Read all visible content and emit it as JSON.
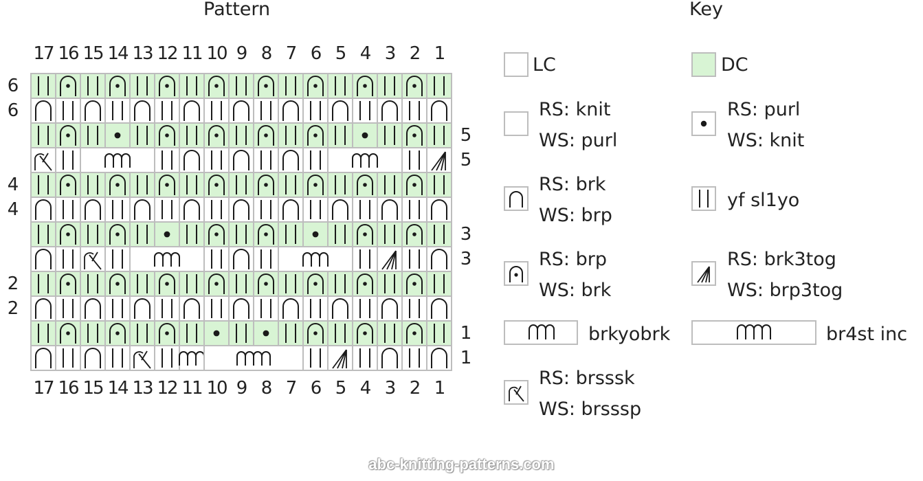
{
  "headings": {
    "pattern": "Pattern",
    "key": "Key"
  },
  "columns": [
    "17",
    "16",
    "15",
    "14",
    "13",
    "12",
    "11",
    "10",
    "9",
    "8",
    "7",
    "6",
    "5",
    "4",
    "3",
    "2",
    "1"
  ],
  "rows": [
    {
      "label": "6",
      "side": "left",
      "dc": true,
      "cells": "s,b,s,b,s,b,s,b,s,b,s,b,s,b,s,b,s"
    },
    {
      "label": "6",
      "side": "left",
      "dc": false,
      "cells": "a,s,a,s,a,s,a,s,a,s,a,s,a,s,a,s,a"
    },
    {
      "label": "5",
      "side": "right",
      "dc": true,
      "cells": "s,b,s,d,s,b,s,b,s,b,s,b,s,d,s,b,s"
    },
    {
      "label": "5",
      "side": "right",
      "dc": false,
      "cells": "r,s,e,e,e,s,a,s,a,s,a,s,e,e,e,s,L"
    },
    {
      "label": "4",
      "side": "left",
      "dc": true,
      "cells": "s,b,s,b,s,b,s,b,s,b,s,b,s,b,s,b,s"
    },
    {
      "label": "4",
      "side": "left",
      "dc": false,
      "cells": "a,s,a,s,a,s,a,s,a,s,a,s,a,s,a,s,a"
    },
    {
      "label": "3",
      "side": "right",
      "dc": true,
      "cells": "s,b,s,b,s,d,s,b,s,b,s,d,s,b,s,b,s"
    },
    {
      "label": "3",
      "side": "right",
      "dc": false,
      "cells": "a,s,r,s,e,e,e,s,a,s,e,e,e,s,L,s,a"
    },
    {
      "label": "2",
      "side": "left",
      "dc": true,
      "cells": "s,b,s,b,s,b,s,b,s,b,s,b,s,b,s,b,s"
    },
    {
      "label": "2",
      "side": "left",
      "dc": false,
      "cells": "a,s,a,s,a,s,a,s,a,s,a,s,a,s,a,s,a"
    },
    {
      "label": "1",
      "side": "right",
      "dc": true,
      "cells": "s,b,s,b,s,b,s,d,s,d,s,b,s,b,s,b,s"
    },
    {
      "label": "1",
      "side": "right",
      "dc": false,
      "cells": "a,s,a,s,r,s,e,f,f,f,f,s,L,s,a,s,a"
    }
  ],
  "icons": {
    "s": "yf-sl1yo-icon",
    "a": "brk-arch-icon",
    "b": "brp-arch-dot-icon",
    "d": "purl-dot-icon",
    "r": "brsssk-icon",
    "L": "brk3tog-icon",
    "e": "brkyobrk-icon",
    "f": "br4st-inc-icon"
  },
  "colors": {
    "dc": "#d8f4d4",
    "lc": "#ffffff",
    "grid": "#bdbdbd",
    "ink": "#1a1a1a"
  },
  "legend": {
    "lc": {
      "text": "LC"
    },
    "dc": {
      "text": "DC"
    },
    "knit": {
      "rs": "RS: knit",
      "ws": "WS: purl"
    },
    "purl": {
      "rs": "RS: purl",
      "ws": "WS: knit"
    },
    "brk": {
      "rs": "RS: brk",
      "ws": "WS: brp"
    },
    "slip": {
      "text": "yf sl1yo"
    },
    "brp": {
      "rs": "RS: brp",
      "ws": "WS: brk"
    },
    "brk3tog": {
      "rs": "RS: brk3tog",
      "ws": "WS: brp3tog"
    },
    "brkyobrk": {
      "text": "brkyobrk"
    },
    "br4st": {
      "text": "br4st inc"
    },
    "brsssk": {
      "rs": "RS: brsssk",
      "ws": "WS: brsssp"
    }
  },
  "watermark": "abc-knitting-patterns.com"
}
